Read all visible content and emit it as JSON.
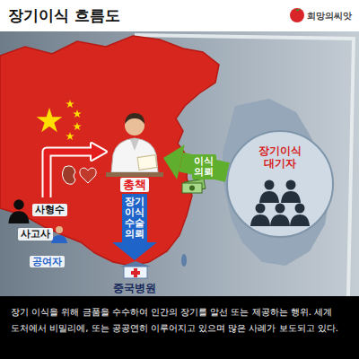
{
  "diagram": {
    "title": "장기이식 흐름도",
    "caption": "장기 이식을 위해 금품을 수수하여 인간의 장기를 알선 또는 제공하는 행위. 세계 도처에서 비밀리에, 또는 공공연히 이루어지고 있으며 많은 사례가 보도되고 있다.",
    "nodes": [
      {
        "text": [
          "총책"
        ]
      },
      {
        "text": [
          "장기이식 대기자"
        ]
      },
      {
        "text": [
          "중국병원"
        ]
      },
      {
        "text": [
          "공여자"
        ]
      },
      {
        "text": [
          "사형수"
        ],
        "in": 3
      },
      {
        "text": [
          "사고사"
        ],
        "in": 3
      }
    ],
    "edges": [
      {
        "from": 1,
        "to": 0,
        "label": "이식의뢰",
        "arrow": "to"
      },
      {
        "from": 0,
        "to": 2,
        "label": "장기이식수술의뢰",
        "arrow": "to"
      },
      {
        "from": 3,
        "to": 0,
        "arrow": "to"
      }
    ],
    "labels": [
      "희망의씨앗"
    ]
  }
}
